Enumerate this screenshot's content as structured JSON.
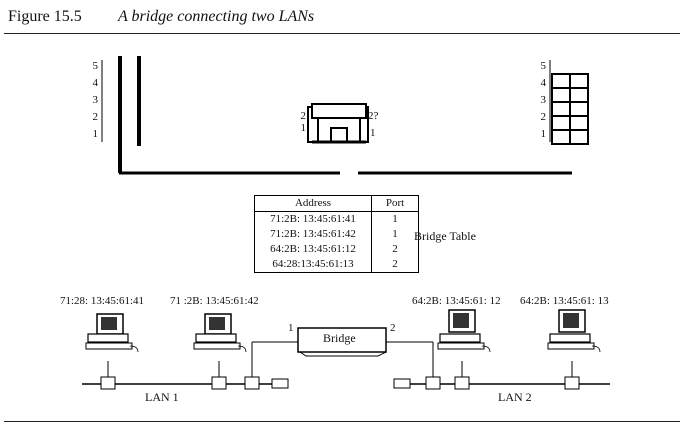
{
  "figure": {
    "label": "Figure 15.5",
    "caption": "A bridge connecting two LANs"
  },
  "layers": {
    "left": [
      "5",
      "4",
      "3",
      "2",
      "1"
    ],
    "right": [
      "5",
      "4",
      "3",
      "2",
      "1"
    ],
    "bridge_left": [
      "2",
      "1"
    ],
    "bridge_right": [
      "2?",
      "1"
    ]
  },
  "bridge_table": {
    "label": "Bridge Table",
    "headers": {
      "address": "Address",
      "port": "Port"
    },
    "rows": [
      {
        "address": "71:2B: 13:45:61:41",
        "port": "1"
      },
      {
        "address": "71:2B: 13:45:61:42",
        "port": "1"
      },
      {
        "address": "64:2B: 13:45:61:12",
        "port": "2"
      },
      {
        "address": "64:28:13:45:61:13",
        "port": "2"
      }
    ]
  },
  "stations": [
    {
      "mac": "71:28: 13:45:61:41"
    },
    {
      "mac": "71 :2B: 13:45:61:42"
    },
    {
      "mac": "64:2B: 13:45:61: 12"
    },
    {
      "mac": "64:2B: 13:45:61: 13"
    }
  ],
  "bridge": {
    "label": "Bridge",
    "port1": "1",
    "port2": "2"
  },
  "lans": {
    "lan1": "LAN 1",
    "lan2": "LAN 2"
  }
}
